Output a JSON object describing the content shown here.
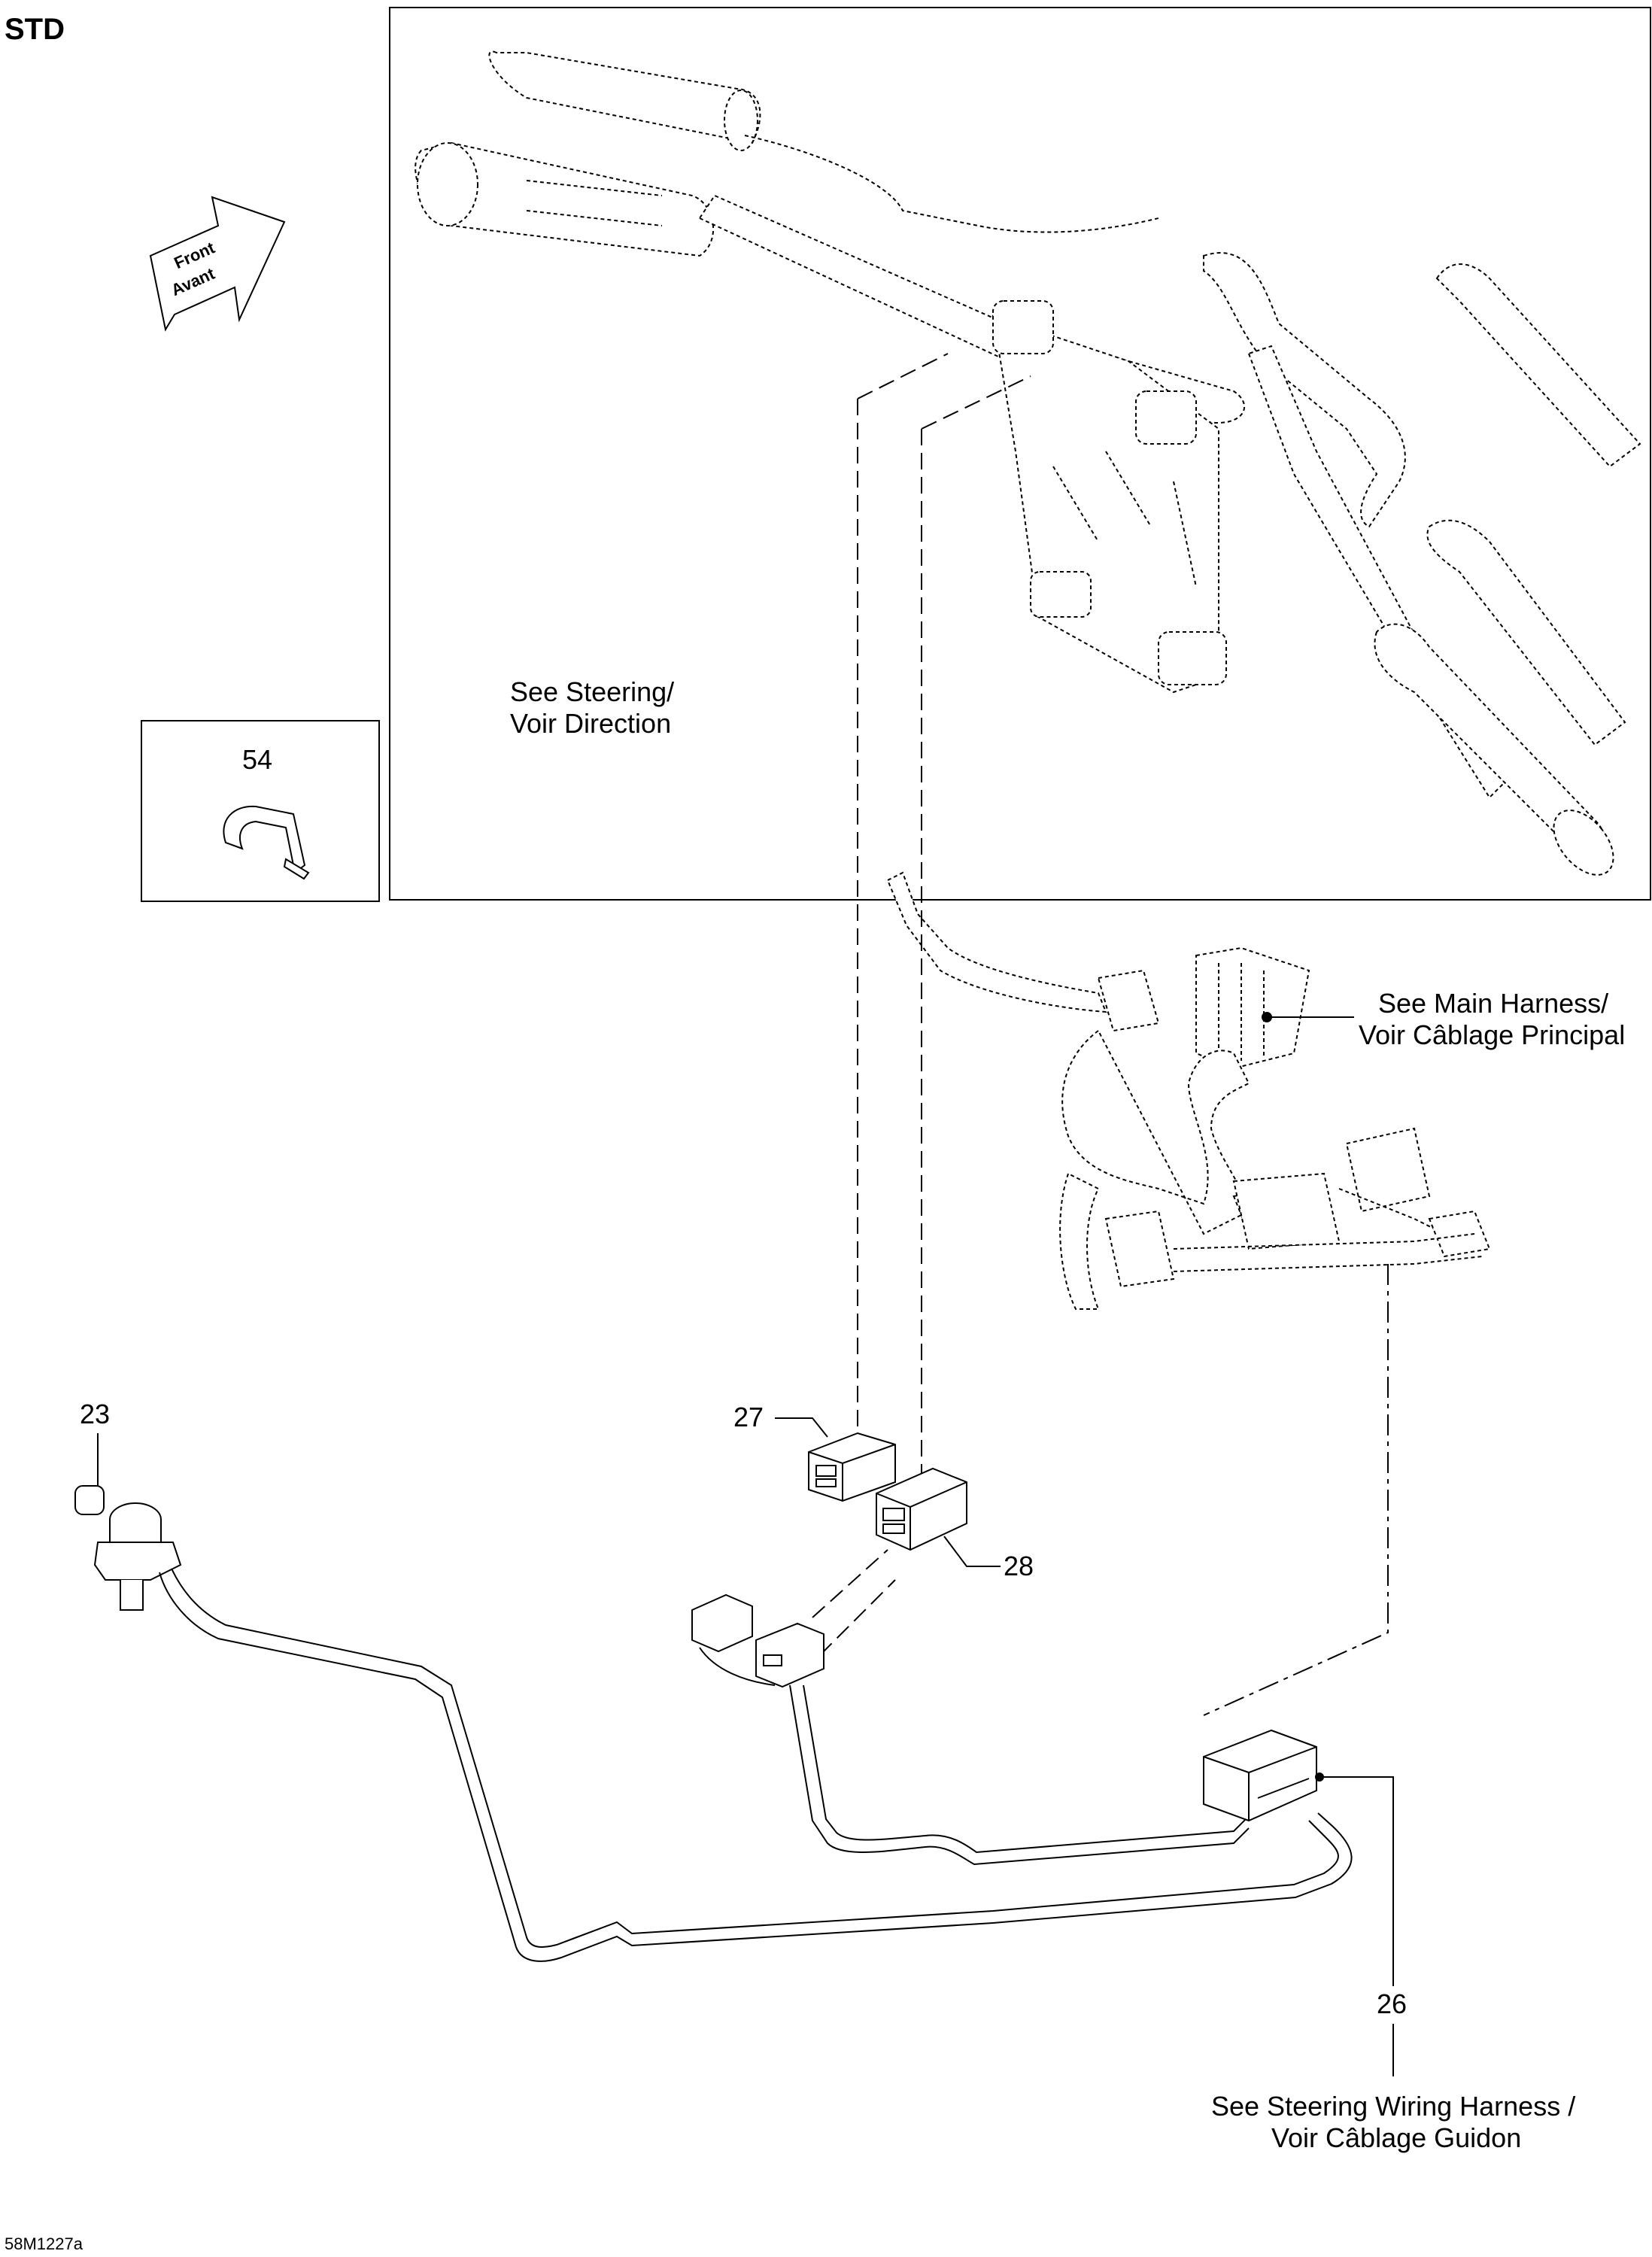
{
  "title": "STD",
  "figure_id": "58M1227a",
  "front_arrow": {
    "line1": "Front",
    "line2": "Avant"
  },
  "callouts": {
    "steering": {
      "line1": "See Steering/",
      "line2": "Voir Direction"
    },
    "main_harness": {
      "line1": "See Main Harness/",
      "line2": "Voir Câblage Principal"
    },
    "steering_wiring": {
      "line1": "See Steering Wiring Harness /",
      "line2": "Voir Câblage Guidon"
    }
  },
  "parts": {
    "p23": "23",
    "p26": "26",
    "p27": "27",
    "p28": "28",
    "p54": "54"
  }
}
